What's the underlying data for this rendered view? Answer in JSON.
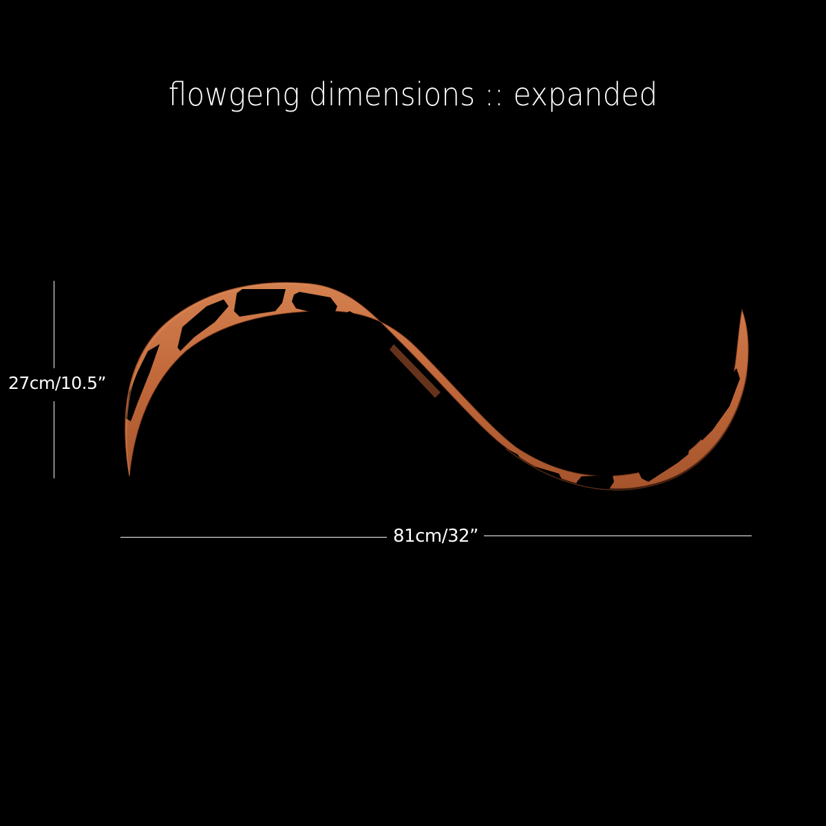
{
  "title": "flowgeng dimensions :: expanded",
  "dimensions": {
    "height_label": "27cm/10.5”",
    "width_label": "81cm/32”"
  },
  "product": {
    "name": "flowgeng",
    "state": "expanded",
    "color": "#c0673a",
    "highlight_color": "#d8804f",
    "shadow_color": "#8e4624"
  },
  "colors": {
    "background": "#000000",
    "text": "#ffffff",
    "dimension_lines": "#ffffff"
  }
}
